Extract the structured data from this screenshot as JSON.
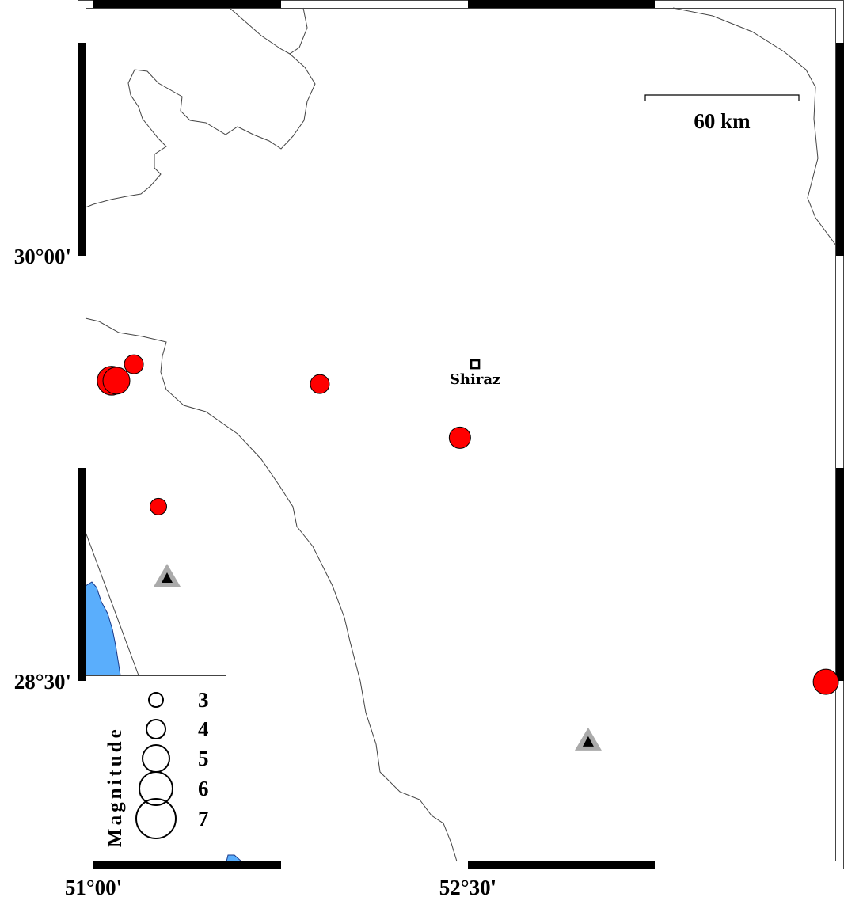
{
  "map": {
    "lon_labels": [
      {
        "lon": 51.0,
        "text": "51°00'"
      },
      {
        "lon": 52.5,
        "text": "52°30'"
      }
    ],
    "lat_labels": [
      {
        "lat": 30.0,
        "text": "30°00'"
      },
      {
        "lat": 28.5,
        "text": "28°30'"
      }
    ],
    "scale_bar": {
      "label": "60 km"
    },
    "cities": [
      {
        "name": "Shiraz",
        "lon": 52.529,
        "lat": 29.617
      }
    ],
    "earthquakes": [
      {
        "lon": 51.073,
        "lat": 29.559,
        "mag": 5.3
      },
      {
        "lon": 51.092,
        "lat": 29.559,
        "mag": 5.0
      },
      {
        "lon": 51.162,
        "lat": 29.617,
        "mag": 4.0
      },
      {
        "lon": 51.907,
        "lat": 29.547,
        "mag": 4.0
      },
      {
        "lon": 52.468,
        "lat": 29.358,
        "mag": 4.3
      },
      {
        "lon": 51.26,
        "lat": 29.115,
        "mag": 3.5
      },
      {
        "lon": 53.934,
        "lat": 28.497,
        "mag": 4.8
      }
    ],
    "stations": [
      {
        "lon": 51.295,
        "lat": 28.866
      },
      {
        "lon": 52.982,
        "lat": 28.288
      }
    ],
    "colors": {
      "event": "#ff0000",
      "water": "#5aaefc",
      "station": "#aaaaaa"
    }
  },
  "legend": {
    "title": "Magnitude",
    "items": [
      {
        "mag": 3,
        "label": "3"
      },
      {
        "mag": 4,
        "label": "4"
      },
      {
        "mag": 5,
        "label": "5"
      },
      {
        "mag": 6,
        "label": "6"
      },
      {
        "mag": 7,
        "label": "7"
      }
    ]
  }
}
